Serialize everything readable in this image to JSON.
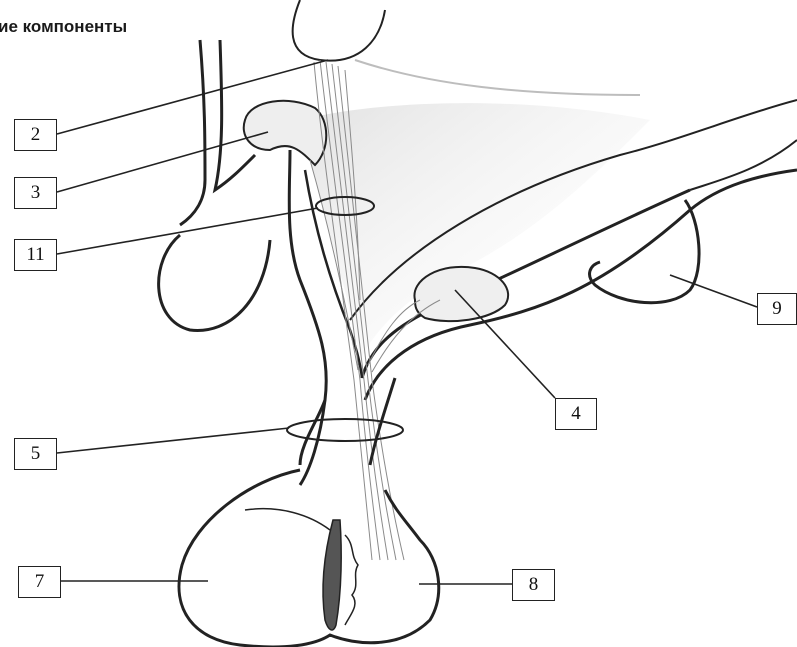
{
  "title": "ие компоненты",
  "labels": [
    {
      "id": "2",
      "text": "2"
    },
    {
      "id": "3",
      "text": "3"
    },
    {
      "id": "11",
      "text": "11"
    },
    {
      "id": "9",
      "text": "9"
    },
    {
      "id": "4",
      "text": "4"
    },
    {
      "id": "5",
      "text": "5"
    },
    {
      "id": "7",
      "text": "7"
    },
    {
      "id": "8",
      "text": "8"
    }
  ],
  "colors": {
    "outline": "#222222",
    "shade": "#cfcfcf",
    "fibers": "#8a8a8a",
    "background": "#ffffff"
  }
}
